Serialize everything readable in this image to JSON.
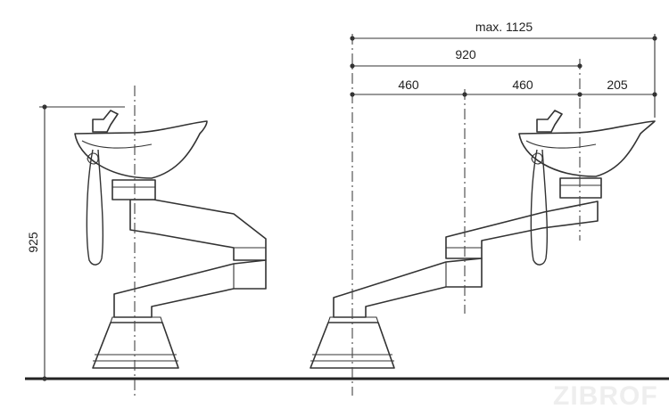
{
  "dimensions": {
    "height": "925",
    "max_reach": "max. 1125",
    "reach": "920",
    "half_left": "460",
    "half_right": "460",
    "offset": "205"
  },
  "watermark": "ZIBROF"
}
